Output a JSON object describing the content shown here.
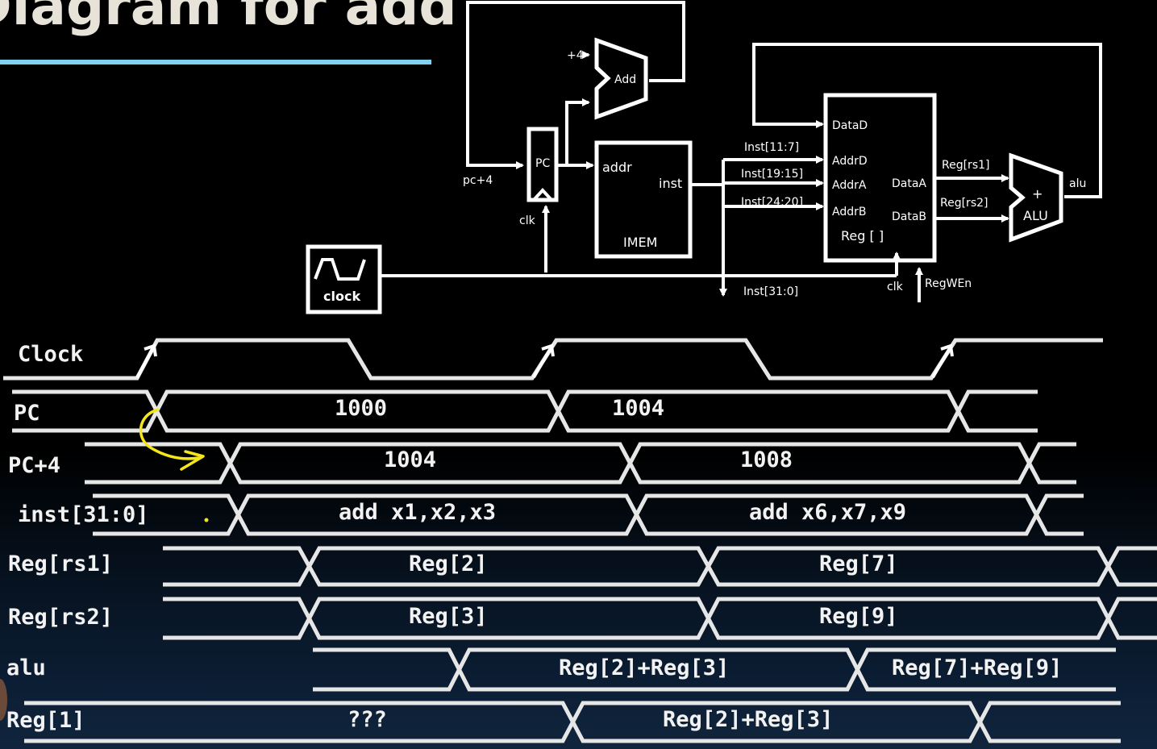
{
  "slide": {
    "title": "Diagram for add"
  },
  "datapath": {
    "plus4": "+4",
    "add": "Add",
    "pc": "PC",
    "pc_plus4": "pc+4",
    "clk": "clk",
    "addr": "addr",
    "inst": "inst",
    "imem": "IMEM",
    "clock_box": "clock",
    "inst_11_7": "Inst[11:7]",
    "inst_19_15": "Inst[19:15]",
    "inst_24_20": "Inst[24:20]",
    "inst_31_0": "Inst[31:0]",
    "datad": "DataD",
    "addrd": "AddrD",
    "addra": "AddrA",
    "addrb": "AddrB",
    "dataa": "DataA",
    "datab": "DataB",
    "reg": "Reg [ ]",
    "reg_clk": "clk",
    "regwen": "RegWEn",
    "reg_rs1": "Reg[rs1]",
    "reg_rs2": "Reg[rs2]",
    "alu_plus": "+",
    "alu": "ALU",
    "alu_out": "alu"
  },
  "timing": {
    "signals": [
      {
        "name": "Clock"
      },
      {
        "name": "PC",
        "values": [
          "1000",
          "1004"
        ]
      },
      {
        "name": "PC+4",
        "values": [
          "1004",
          "1008"
        ]
      },
      {
        "name": "inst[31:0]",
        "values": [
          "add x1,x2,x3",
          "add x6,x7,x9"
        ]
      },
      {
        "name": "Reg[rs1]",
        "values": [
          "Reg[2]",
          "Reg[7]"
        ]
      },
      {
        "name": "Reg[rs2]",
        "values": [
          "Reg[3]",
          "Reg[9]"
        ]
      },
      {
        "name": "alu",
        "values": [
          "Reg[2]+Reg[3]",
          "Reg[7]+Reg[9]"
        ]
      },
      {
        "name": "Reg[1]",
        "values": [
          "???",
          "Reg[2]+Reg[3]"
        ]
      }
    ],
    "annotation_color": "#f5e61b"
  }
}
